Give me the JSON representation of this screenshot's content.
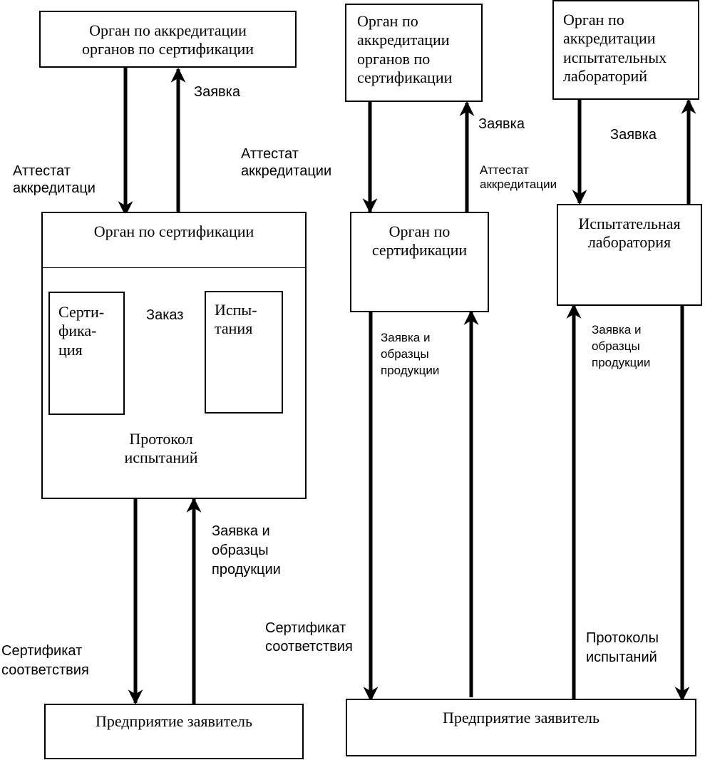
{
  "left_scheme": {
    "accreditation_body": "Орган по аккредитации\nорганов по сертификации",
    "request_up": "Заявка",
    "accreditation_cert": "Аттестат\nаккредитаци",
    "accreditation_cert_2": "Аттестат\nаккредитации",
    "cert_body_title": "Орган по сертификации",
    "certification_unit": "Серти-\nфика-\nция",
    "order": "Заказ",
    "testing_unit": "Испы-\nтания",
    "test_protocol": "Протокол\nиспытаний",
    "request_samples": "Заявка и\nобразцы\nпродукции",
    "conformity_cert": "Сертификат\nсоответствия",
    "applicant": "Предприятие заявитель"
  },
  "middle_scheme": {
    "accreditation_body": "Орган по\nаккредитации\nорганов по\nсертификации",
    "request_up": "Заявка",
    "accreditation_cert": "Аттестат\nаккредитации",
    "cert_body": "Орган по\nсертификации",
    "request_samples": "Заявка и\nобразцы\nпродукции",
    "conformity_cert": "Сертификат\nсоответствия"
  },
  "right_scheme": {
    "accreditation_body": "Орган по\nаккредитации\nиспытательных\nлабораторий",
    "request_up": "Заявка",
    "lab": "Испытательная\nлаборатория",
    "request_samples": "Заявка и\nобразцы\nпродукции",
    "test_protocols": "Протоколы\nиспытаний",
    "applicant": "Предприятие заявитель"
  }
}
